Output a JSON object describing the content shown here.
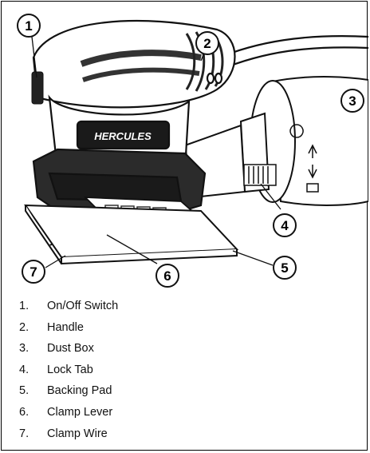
{
  "callouts": [
    "1",
    "2",
    "3",
    "4",
    "5",
    "6",
    "7"
  ],
  "legend": [
    {
      "number": "1.",
      "label": "On/Off Switch"
    },
    {
      "number": "2.",
      "label": "Handle"
    },
    {
      "number": "3.",
      "label": "Dust Box"
    },
    {
      "number": "4.",
      "label": "Lock Tab"
    },
    {
      "number": "5.",
      "label": "Backing Pad"
    },
    {
      "number": "6.",
      "label": "Clamp Lever"
    },
    {
      "number": "7.",
      "label": "Clamp Wire"
    }
  ],
  "brand_mark": "HERCULES"
}
